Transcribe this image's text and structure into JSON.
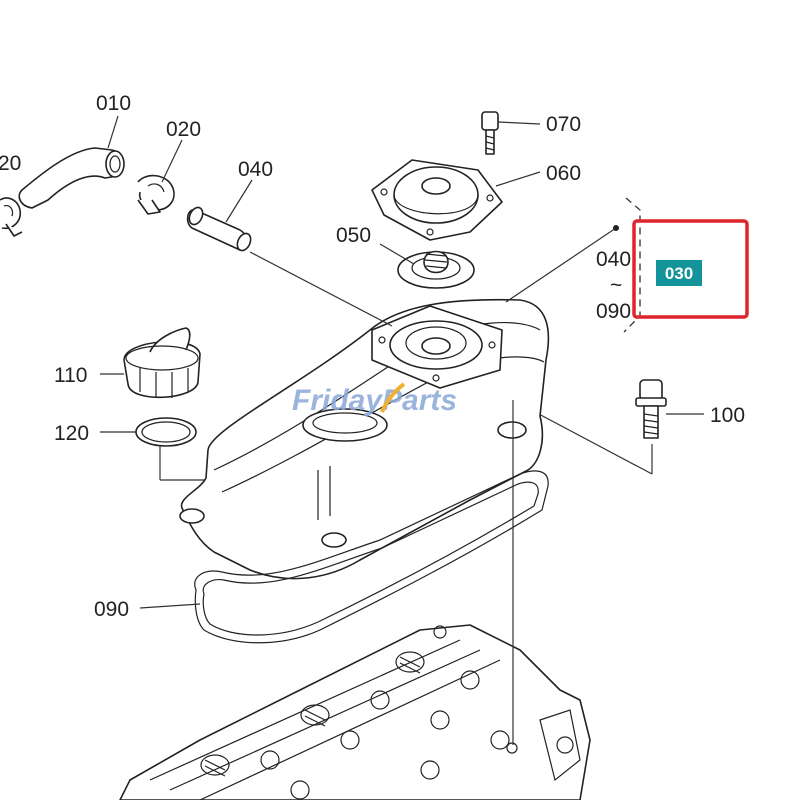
{
  "callouts": {
    "c010": "010",
    "c020": "020",
    "c020_left": "20",
    "c040": "040",
    "c050": "050",
    "c060": "060",
    "c070": "070",
    "c090": "090",
    "c100": "100",
    "c110": "110",
    "c120": "120"
  },
  "range_note": {
    "from": "040",
    "tilde": "~",
    "to": "090"
  },
  "highlight": {
    "tag": "030",
    "tag_color": "#13939a",
    "box_color": "#e0242b"
  },
  "watermark": {
    "part1": "Friday",
    "part2": "Parts",
    "color1": "#8aa8d8",
    "color2": "#f0b030"
  }
}
